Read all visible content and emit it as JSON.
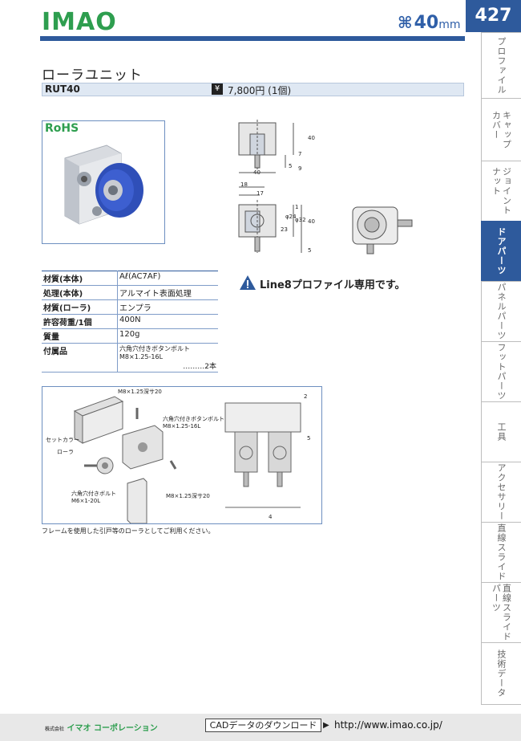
{
  "header": {
    "logo": "IMAO",
    "size_label": "40",
    "size_unit": "mm",
    "page_number": "427"
  },
  "side_tabs": [
    {
      "label": "プロファイル"
    },
    {
      "label": "キャップ\nカバー"
    },
    {
      "label": "ジョイント\nナット"
    },
    {
      "label": "ドアパーツ",
      "active": true
    },
    {
      "label": "パネルパーツ"
    },
    {
      "label": "フットパーツ"
    },
    {
      "label": "工具"
    },
    {
      "label": "アクセサリー"
    },
    {
      "label": "直線スライド"
    },
    {
      "label": "直線スライド\nパーツ"
    },
    {
      "label": "技術データ"
    }
  ],
  "product": {
    "title": "ローラユニット",
    "code": "RUT40",
    "yen_symbol": "¥",
    "price": "7,800円 (1個)",
    "rohs": "RoHS"
  },
  "specs": [
    {
      "key": "材質(本体)",
      "value": "Aℓ(AC7AF)"
    },
    {
      "key": "処理(本体)",
      "value": "アルマイト表面処理"
    },
    {
      "key": "材質(ローラ)",
      "value": "エンプラ"
    },
    {
      "key": "許容荷重/1個",
      "value": "400N"
    },
    {
      "key": "質量",
      "value": "120g"
    },
    {
      "key": "付属品",
      "value": "六角穴付きボタンボルト M8×1.25-16L",
      "value2": "………2本"
    }
  ],
  "warning": "Line8プロファイル専用です。",
  "dimensions": {
    "top_view": [
      "40",
      "5",
      "9",
      "7",
      "40"
    ],
    "front_view": [
      "18",
      "17",
      "1",
      "23",
      "φ24",
      "φ32",
      "40",
      "5"
    ]
  },
  "assembly_labels": {
    "m8_depth_top": "M8×1.25深サ20",
    "button_bolt": "六角穴付きボタンボルト",
    "button_bolt_spec": "M8×1.25-16L",
    "set_collar": "セットカラー",
    "roller": "ローラ",
    "hex_bolt": "六角穴付きボルト",
    "hex_bolt_spec": "M6×1-20L",
    "m8_depth_bottom": "M8×1.25深サ20",
    "dim_2": "2",
    "dim_5": "5",
    "dim_4": "4"
  },
  "note": "フレームを使用した引戸等のローラとしてご利用ください。",
  "footer": {
    "company_prefix": "株式会社",
    "company": "イマオ コーポレーション",
    "cad_button": "CADデータのダウンロード",
    "url": "http://www.imao.co.jp/"
  },
  "colors": {
    "brand_blue": "#2e5a9c",
    "brand_green": "#2e9e4f",
    "roller_blue": "#2f4fb8"
  }
}
